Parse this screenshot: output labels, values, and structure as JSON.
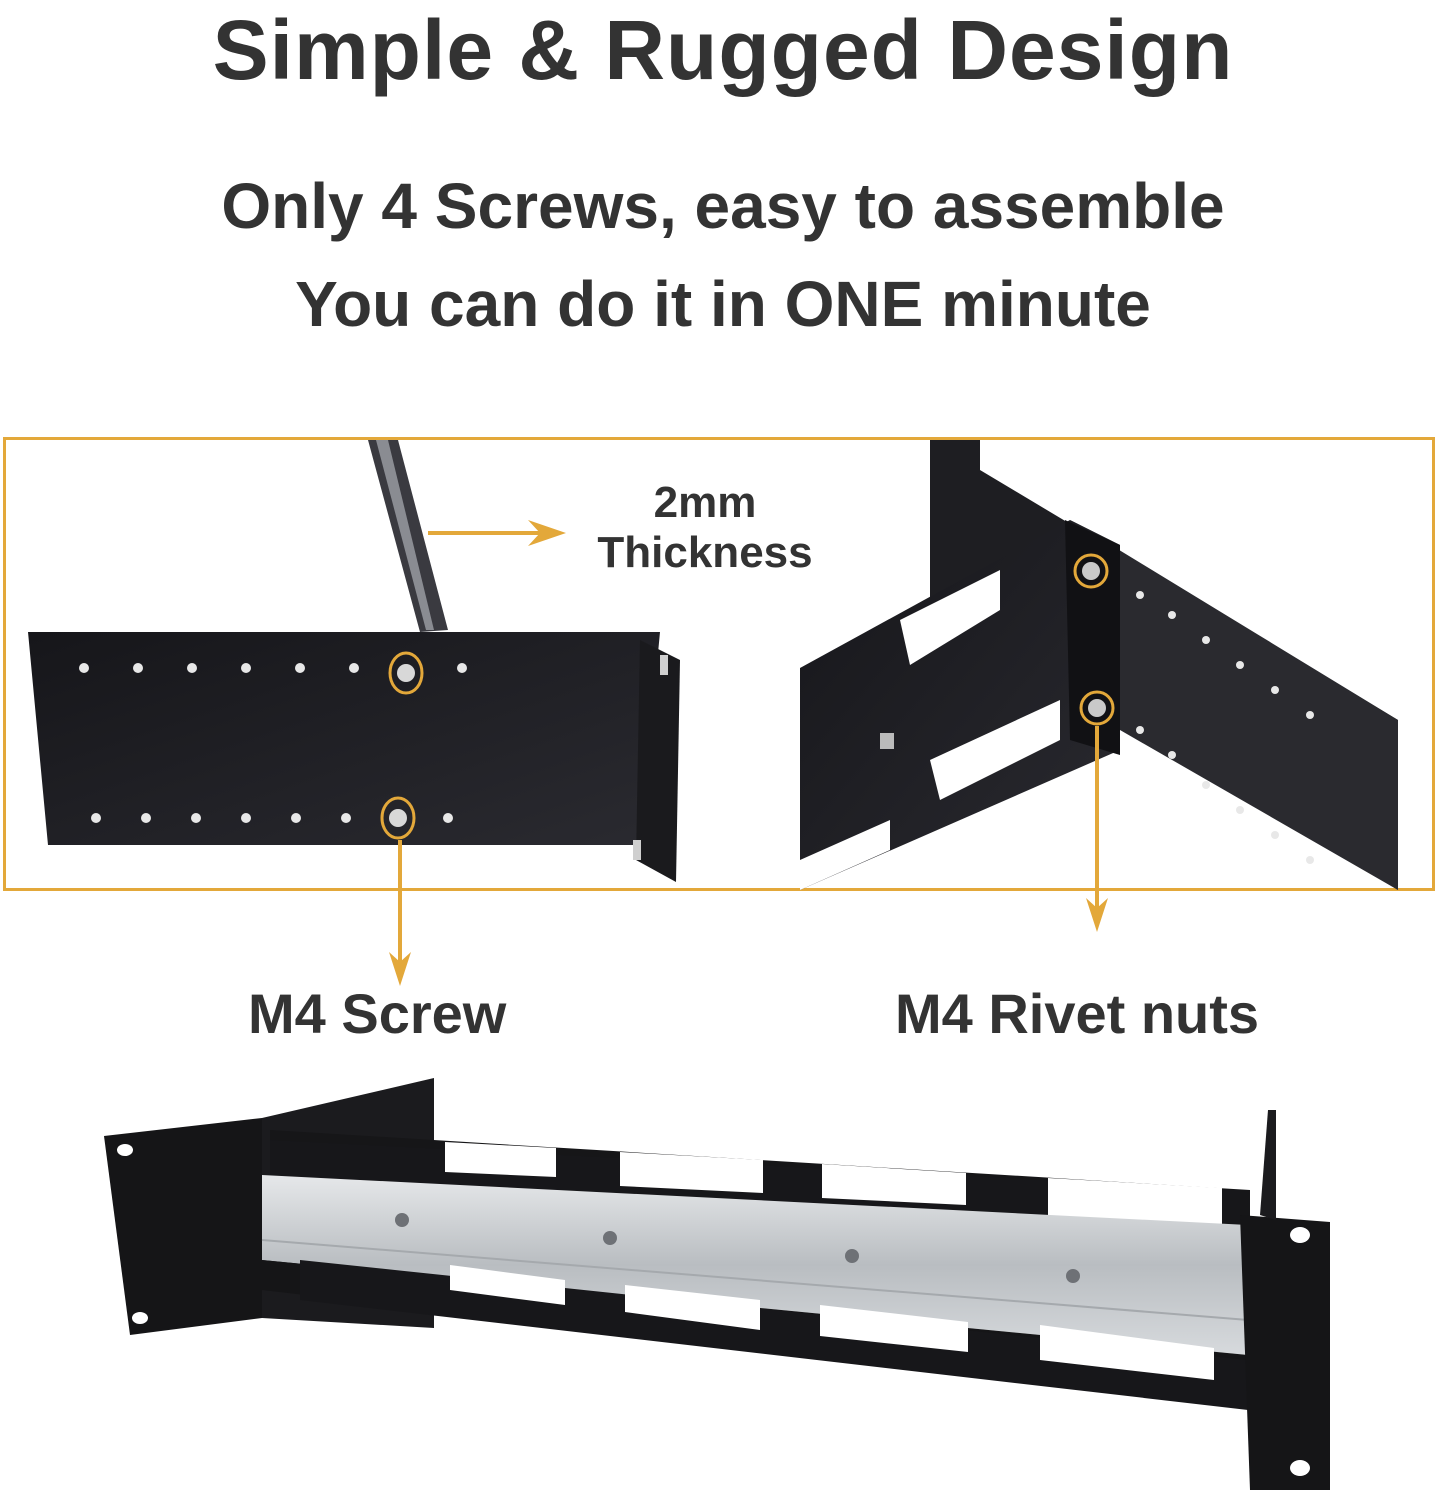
{
  "header": {
    "title": "Simple & Rugged Design",
    "subtitle_line1": "Only 4 Screws, easy to assemble",
    "subtitle_line2": "You can do it in ONE minute"
  },
  "callouts": {
    "thickness_line1": "2mm",
    "thickness_line2": "Thickness",
    "screw_label": "M4 Screw",
    "rivet_label": "M4 Rivet nuts"
  },
  "colors": {
    "accent": "#e3a83a",
    "text": "#333333",
    "metal_black": "#1c1c1e",
    "rail_silver": "#c9ccd0"
  },
  "images": {
    "left_photo": "bracket-side-plate-with-screws",
    "right_photo": "bracket-corner-with-rivet-nuts",
    "bottom_photo": "assembled-2u-rack-din-rail-bracket"
  }
}
